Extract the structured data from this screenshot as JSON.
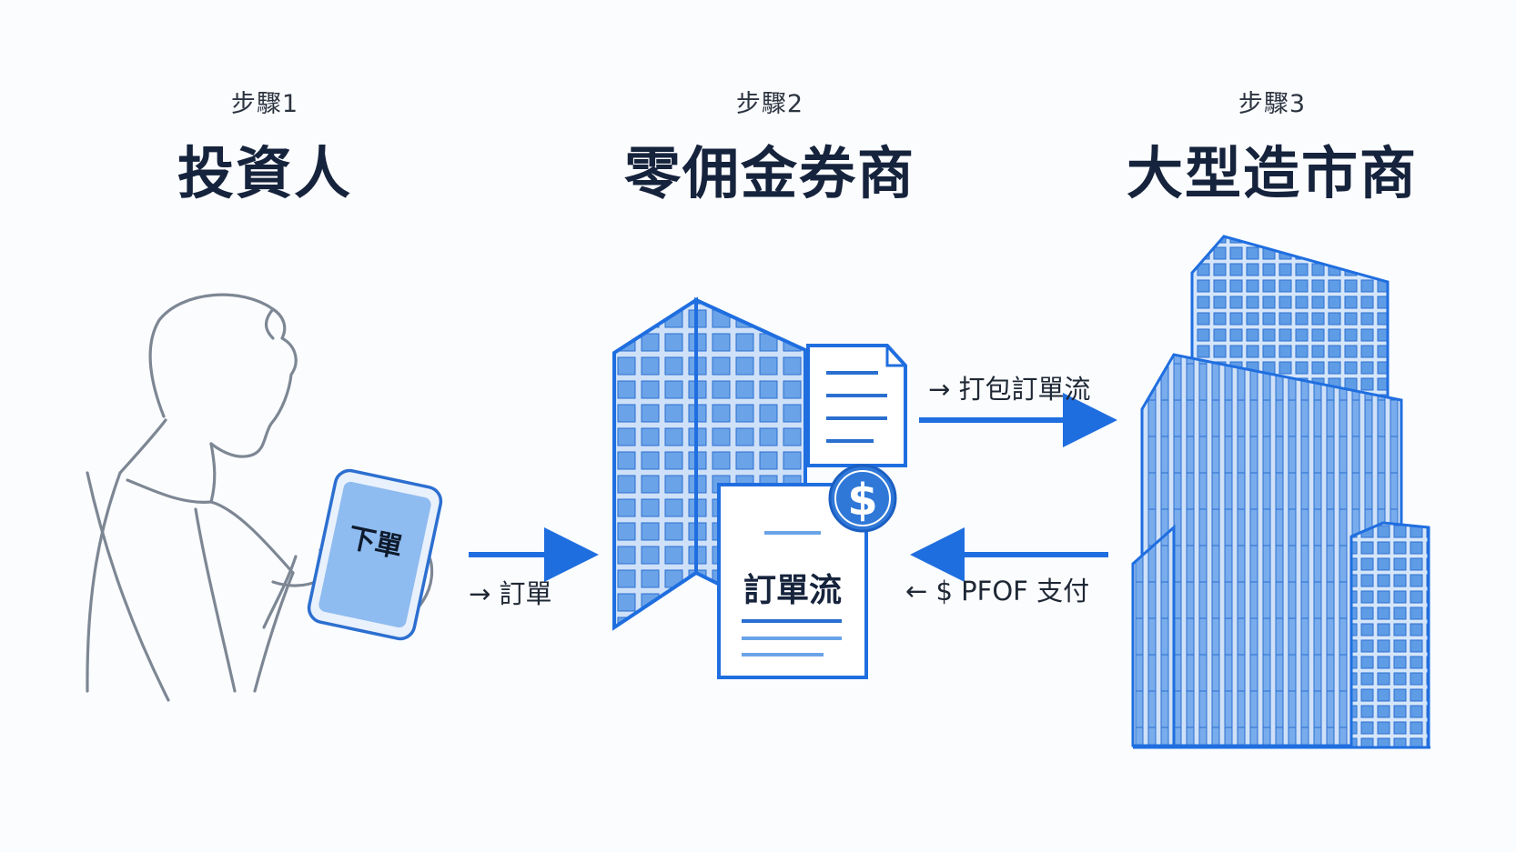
{
  "steps": [
    {
      "label": "步驟1",
      "title": "投資人"
    },
    {
      "label": "步驟2",
      "title": "零佣金券商"
    },
    {
      "label": "步驟3",
      "title": "大型造市商"
    }
  ],
  "tablet_text": "下單",
  "doc_title": "訂單流",
  "flows": {
    "order": "→ 訂單",
    "packaged": "→ 打包訂單流",
    "payment": "← $ PFOF 支付"
  },
  "colors": {
    "accent": "#1f6ee0",
    "line_gray": "#7d8794",
    "building_fill": "#9cc2f0",
    "navy": "#16233c"
  },
  "icons": [
    "dollar-coin-icon",
    "document-icon",
    "arrow-right-icon",
    "arrow-left-icon"
  ]
}
